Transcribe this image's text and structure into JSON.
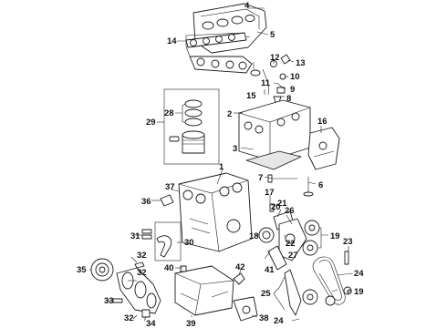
{
  "diagram": {
    "labels": {
      "l1": "1",
      "l2": "2",
      "l3": "3",
      "l4": "4",
      "l5": "5",
      "l6": "6",
      "l7": "7",
      "l8": "8",
      "l9": "9",
      "l10": "10",
      "l11": "11",
      "l12": "12",
      "l13": "13",
      "l14": "14",
      "l15": "15",
      "l16": "16",
      "l17": "17",
      "l18": "18",
      "l19": "19",
      "l20": "20",
      "l21": "21",
      "l22": "22",
      "l23": "23",
      "l24a": "24",
      "l24b": "24",
      "l25": "25",
      "l26": "26",
      "l27": "27",
      "l28": "28",
      "l29": "29",
      "l30": "30",
      "l31": "31",
      "l32a": "32",
      "l32b": "32",
      "l33": "33",
      "l34": "34",
      "l35": "35",
      "l36": "36",
      "l37": "37",
      "l38": "38",
      "l39": "39",
      "l40": "40",
      "l41": "41",
      "l42": "42"
    }
  }
}
